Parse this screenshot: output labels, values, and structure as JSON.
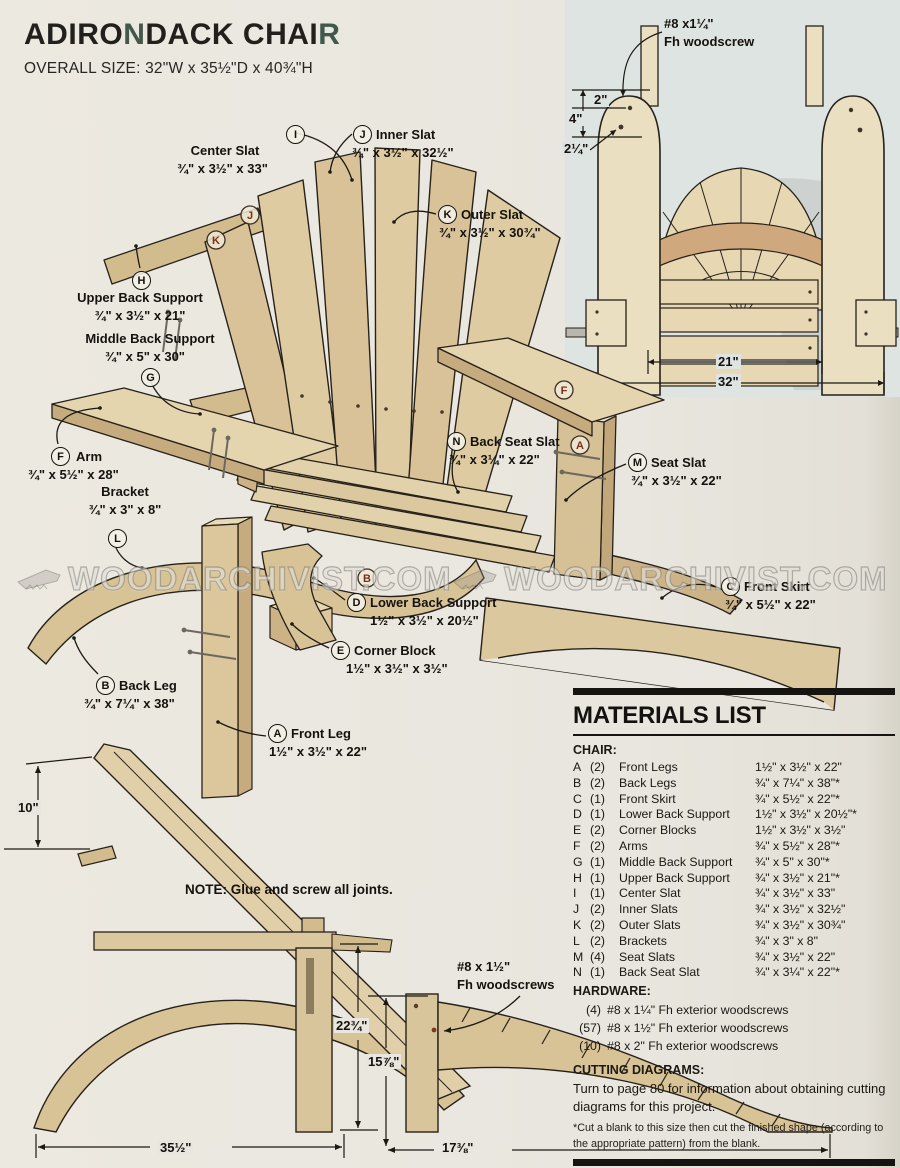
{
  "page": {
    "title": "ADIRONDACK CHAIR",
    "subtitle": "OVERALL SIZE: 32\"W x 35½\"D x 40¾\"H"
  },
  "watermark": {
    "text": "WOODARCHIVIST.COM"
  },
  "exploded_view": {
    "callouts": {
      "I": {
        "letter": "I",
        "name": "Center Slat",
        "dims": "¾\" x 3½\" x 33\""
      },
      "J": {
        "letter": "J",
        "name": "Inner Slat",
        "dims": "¾\" x 3½\" x 32½\""
      },
      "K": {
        "letter": "K",
        "name": "Outer Slat",
        "dims": "¾\" x 3½\" x 30¾\""
      },
      "H": {
        "letter": "H",
        "name": "Upper Back Support",
        "dims": "¾\" x 3½\" x 21\""
      },
      "G": {
        "letter": "G",
        "name": "Middle Back Support",
        "dims": "¾\" x 5\" x 30\""
      },
      "F": {
        "letter": "F",
        "name": "Arm",
        "dims": "¾\" x 5½\" x 28\""
      },
      "L": {
        "letter": "L",
        "name": "Bracket",
        "dims": "¾\" x 3\" x 8\""
      },
      "N": {
        "letter": "N",
        "name": "Back Seat Slat",
        "dims": "¾\" x 3¼\" x 22\""
      },
      "M": {
        "letter": "M",
        "name": "Seat Slat",
        "dims": "¾\" x 3½\" x 22\""
      },
      "C": {
        "letter": "C",
        "name": "Front Skirt",
        "dims": "¾\" x 5½\" x 22\""
      },
      "D": {
        "letter": "D",
        "name": "Lower Back Support",
        "dims": "1½\" x 3½\" x 20½\""
      },
      "E": {
        "letter": "E",
        "name": "Corner Block",
        "dims": "1½\" x 3½\" x 3½\""
      },
      "B": {
        "letter": "B",
        "name": "Back Leg",
        "dims": "¾\" x 7¼\" x 38\""
      },
      "A": {
        "letter": "A",
        "name": "Front Leg",
        "dims": "1½\" x 3½\" x 22\""
      }
    }
  },
  "rear_view": {
    "screw_line1": "#8 x1¼\"",
    "screw_line2": "Fh woodscrew",
    "dim_2": "2\"",
    "dim_4": "4\"",
    "dim_2_25": "2¼\"",
    "dim_21": "21\"",
    "dim_32": "32\""
  },
  "side_view": {
    "note": "NOTE: Glue and screw all joints.",
    "screw_line1": "#8 x 1½\"",
    "screw_line2": "Fh woodscrews",
    "dim_10": "10\"",
    "dim_22_75": "22¾\"",
    "dim_15_875": "15⅞\"",
    "dim_35_5": "35½\"",
    "dim_17_375": "17⅜\""
  },
  "materials_list": {
    "title": "MATERIALS LIST",
    "chair_heading": "CHAIR:",
    "chair_items": [
      {
        "letter": "A",
        "qty": "(2)",
        "name": "Front Legs",
        "dims": "1½\" x 3½\" x 22\""
      },
      {
        "letter": "B",
        "qty": "(2)",
        "name": "Back Legs",
        "dims": "¾\" x 7¼\" x 38\"*"
      },
      {
        "letter": "C",
        "qty": "(1)",
        "name": "Front Skirt",
        "dims": "¾\" x 5½\" x 22\"*"
      },
      {
        "letter": "D",
        "qty": "(1)",
        "name": "Lower Back Support",
        "dims": "1½\" x 3½\" x 20½\"*"
      },
      {
        "letter": "E",
        "qty": "(2)",
        "name": "Corner Blocks",
        "dims": "1½\" x 3½\" x 3½\""
      },
      {
        "letter": "F",
        "qty": "(2)",
        "name": "Arms",
        "dims": "¾\" x 5½\" x 28\"*"
      },
      {
        "letter": "G",
        "qty": "(1)",
        "name": "Middle Back Support",
        "dims": "¾\" x 5\" x 30\"*"
      },
      {
        "letter": "H",
        "qty": "(1)",
        "name": "Upper Back Support",
        "dims": "¾\" x 3½\" x 21\"*"
      },
      {
        "letter": "I",
        "qty": "(1)",
        "name": "Center Slat",
        "dims": "¾\" x 3½\" x 33\""
      },
      {
        "letter": "J",
        "qty": "(2)",
        "name": "Inner Slats",
        "dims": "¾\" x 3½\" x 32½\""
      },
      {
        "letter": "K",
        "qty": "(2)",
        "name": "Outer Slats",
        "dims": "¾\" x 3½\" x 30¾\""
      },
      {
        "letter": "L",
        "qty": "(2)",
        "name": "Brackets",
        "dims": "¾\" x 3\" x 8\""
      },
      {
        "letter": "M",
        "qty": "(4)",
        "name": "Seat Slats",
        "dims": "¾\" x 3½\" x 22\""
      },
      {
        "letter": "N",
        "qty": "(1)",
        "name": "Back Seat Slat",
        "dims": "¾\" x 3¼\" x 22\"*"
      }
    ],
    "hardware_heading": "HARDWARE:",
    "hardware_items": [
      {
        "qty": "(4)",
        "desc": "#8 x 1¼\" Fh exterior woodscrews"
      },
      {
        "qty": "(57)",
        "desc": "#8 x 1½\" Fh exterior woodscrews"
      },
      {
        "qty": "(10)",
        "desc": "#8 x 2\" Fh exterior woodscrews"
      }
    ],
    "cutting_heading": "CUTTING DIAGRAMS:",
    "cutting_text": "Turn to page 80 for information about obtaining cutting diagrams for this project.",
    "footnote": "*Cut a blank to this size then cut the finished shape (according to the appropriate pattern) from the blank."
  }
}
